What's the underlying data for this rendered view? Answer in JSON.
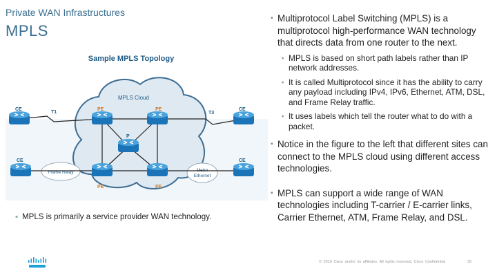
{
  "header": {
    "subtitle": "Private WAN Infrastructures",
    "title": "MPLS"
  },
  "figure": {
    "title": "Sample MPLS Topology",
    "cloud_label": "MPLS Cloud",
    "routers": {
      "ce_top_left": "CE",
      "ce_top_right": "CE",
      "pe_top_left": "PE",
      "pe_top_right": "PE",
      "p_center": "P",
      "ce_bottom_left": "CE",
      "ce_bottom_right": "CE",
      "pe_bottom_left": "PE",
      "pe_bottom_right": "PE"
    },
    "links": {
      "t1": "T1",
      "t3": "T3"
    },
    "frame_relay_label": "Frame Relay",
    "metro_ethernet_line1": "Metro",
    "metro_ethernet_line2": "Ethernet",
    "colors": {
      "router_body": "#1b74b8",
      "router_top": "#4aa3dd",
      "cloud_stroke": "#3d6d93",
      "halo": "#d7e6f1",
      "label": "#1f5b86",
      "pe_label": "#d07a1f"
    }
  },
  "caption": "MPLS is primarily a service provider WAN technology.",
  "bullets": {
    "b1": "Multiprotocol Label Switching (MPLS) is a multiprotocol high-performance WAN technology that directs data from one router to the next.",
    "s1": "MPLS is based on short path labels rather than IP network addresses.",
    "s2": "It is called Multiprotocol since it has the ability to carry any payload including IPv4, IPv6, Ethernet, ATM, DSL, and Frame Relay traffic.",
    "s3": "It uses labels which tell the router what to do with a packet.",
    "b2": "Notice in the figure to the left that different sites can connect to the MPLS cloud using different access technologies.",
    "b3": "MPLS can support a wide range of WAN technologies including T-carrier / E-carrier links, Carrier Ethernet, ATM, Frame Relay, and DSL."
  },
  "footer": {
    "copyright": "© 2016 Cisco and/or its affiliates. All rights reserved. Cisco Confidential",
    "page": "35"
  },
  "bullet_glyph": "▪"
}
